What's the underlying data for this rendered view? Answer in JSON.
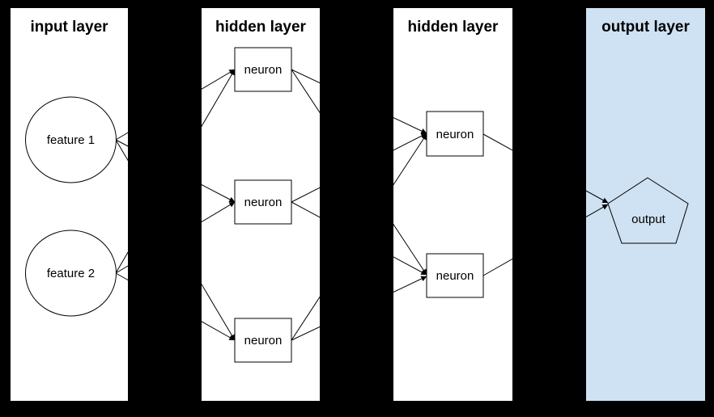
{
  "canvas": {
    "background": "#000000",
    "panel_fill": "#ffffff",
    "output_panel_fill": "#cfe2f3",
    "edge_color": "#000000"
  },
  "layers": [
    {
      "title": "input layer",
      "type": "input",
      "nodes": [
        {
          "label": "feature 1",
          "shape": "circle"
        },
        {
          "label": "feature 2",
          "shape": "circle"
        }
      ]
    },
    {
      "title": "hidden layer",
      "type": "hidden",
      "nodes": [
        {
          "label": "neuron",
          "shape": "rectangle"
        },
        {
          "label": "neuron",
          "shape": "rectangle"
        },
        {
          "label": "neuron",
          "shape": "rectangle"
        }
      ]
    },
    {
      "title": "hidden layer",
      "type": "hidden",
      "nodes": [
        {
          "label": "neuron",
          "shape": "rectangle"
        },
        {
          "label": "neuron",
          "shape": "rectangle"
        }
      ]
    },
    {
      "title": "output layer",
      "type": "output",
      "nodes": [
        {
          "label": "output",
          "shape": "pentagon"
        }
      ]
    }
  ],
  "edges": [
    {
      "from": [
        0,
        0
      ],
      "to": [
        1,
        0
      ]
    },
    {
      "from": [
        0,
        0
      ],
      "to": [
        1,
        1
      ]
    },
    {
      "from": [
        0,
        0
      ],
      "to": [
        1,
        2
      ]
    },
    {
      "from": [
        0,
        1
      ],
      "to": [
        1,
        0
      ]
    },
    {
      "from": [
        0,
        1
      ],
      "to": [
        1,
        1
      ]
    },
    {
      "from": [
        0,
        1
      ],
      "to": [
        1,
        2
      ]
    },
    {
      "from": [
        1,
        0
      ],
      "to": [
        2,
        0
      ]
    },
    {
      "from": [
        1,
        0
      ],
      "to": [
        2,
        1
      ]
    },
    {
      "from": [
        1,
        1
      ],
      "to": [
        2,
        0
      ]
    },
    {
      "from": [
        1,
        1
      ],
      "to": [
        2,
        1
      ]
    },
    {
      "from": [
        1,
        2
      ],
      "to": [
        2,
        0
      ]
    },
    {
      "from": [
        1,
        2
      ],
      "to": [
        2,
        1
      ]
    },
    {
      "from": [
        2,
        0
      ],
      "to": [
        3,
        0
      ]
    },
    {
      "from": [
        2,
        1
      ],
      "to": [
        3,
        0
      ]
    }
  ]
}
